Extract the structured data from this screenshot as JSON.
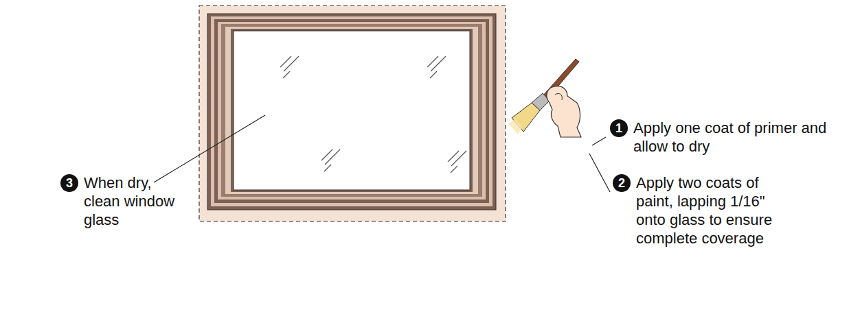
{
  "diagram": {
    "labels": [
      "1",
      "Apply one coat of primer and allow to dry",
      "2",
      "Apply two coats of paint, lapping 1/16\" onto glass to ensure complete coverage",
      "3",
      "When dry, clean window glass"
    ]
  }
}
